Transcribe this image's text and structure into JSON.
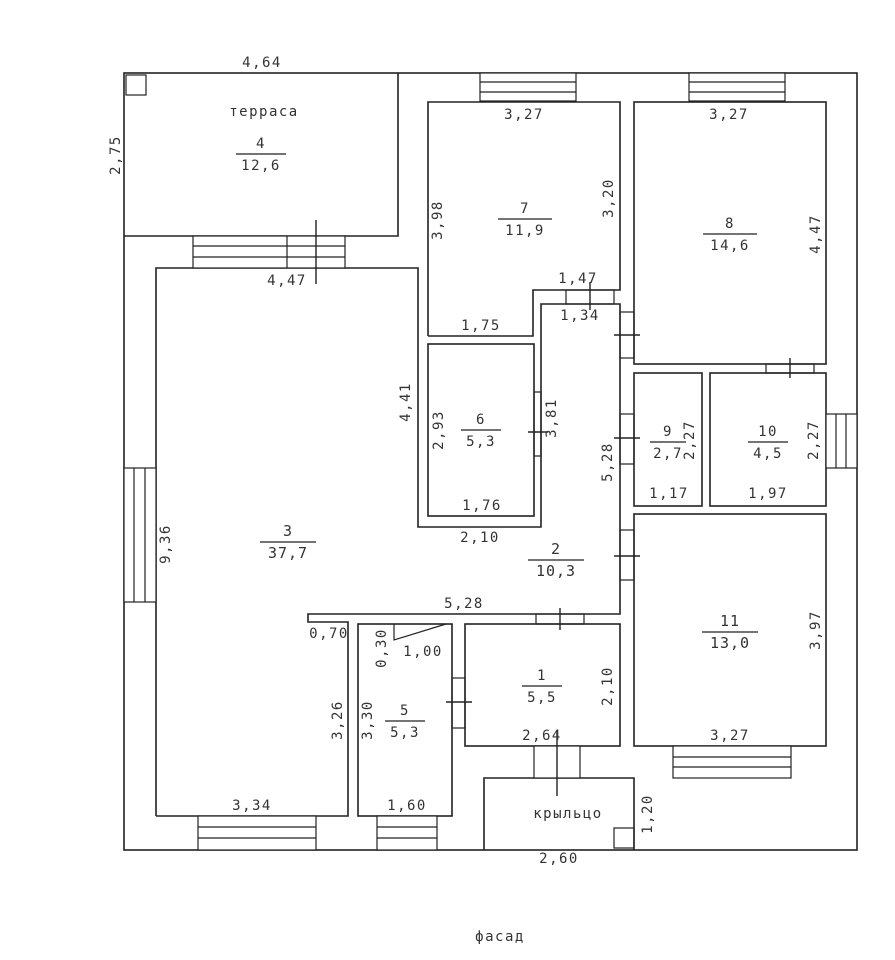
{
  "colors": {
    "line": "#222222",
    "text": "#333333",
    "background": "#ffffff"
  },
  "rooms": [
    {
      "id": "1",
      "area": "5,5"
    },
    {
      "id": "2",
      "area": "10,3"
    },
    {
      "id": "3",
      "area": "37,7"
    },
    {
      "id": "4",
      "area": "12,6",
      "name": "терраса"
    },
    {
      "id": "5",
      "area": "5,3"
    },
    {
      "id": "6",
      "area": "5,3"
    },
    {
      "id": "7",
      "area": "11,9"
    },
    {
      "id": "8",
      "area": "14,6"
    },
    {
      "id": "9",
      "area": "2,7"
    },
    {
      "id": "10",
      "area": "4,5"
    },
    {
      "id": "11",
      "area": "13,0"
    }
  ],
  "porch": {
    "name": "крыльцо"
  },
  "facade_label": "фасад",
  "dimensions": {
    "terrace_width": "4,64",
    "terrace_height": "2,75",
    "r3_top": "4,47",
    "r3_left": "9,36",
    "r3_bottom": "3,34",
    "r3_right_lower": "3,26",
    "r3_right_upper": "4,41",
    "r7_top": "3,27",
    "r7_left": "3,98",
    "r7_right": "3,20",
    "r7_bottom": "1,75",
    "r7_step_top": "1,47",
    "r7_step_bottom": "1,34",
    "r8_top": "3,27",
    "r8_right": "4,47",
    "r6_left": "2,93",
    "r6_right": "3,81",
    "r6_bottom": "1,76",
    "r2_top_span": "2,10",
    "r2_right": "5,28",
    "r2_bottom": "5,28",
    "r9_right": "2,27",
    "r9_bottom": "1,17",
    "r10_right": "2,27",
    "r10_bottom": "1,97",
    "r11_right": "3,97",
    "r11_bottom": "3,27",
    "r1_right": "2,10",
    "r1_bottom": "2,64",
    "r5_left": "3,30",
    "r5_bottom": "1,60",
    "r5_top_small": "0,30",
    "r5_top": "1,00",
    "ledge": "0,70",
    "porch_width": "2,60",
    "porch_height": "1,20"
  }
}
